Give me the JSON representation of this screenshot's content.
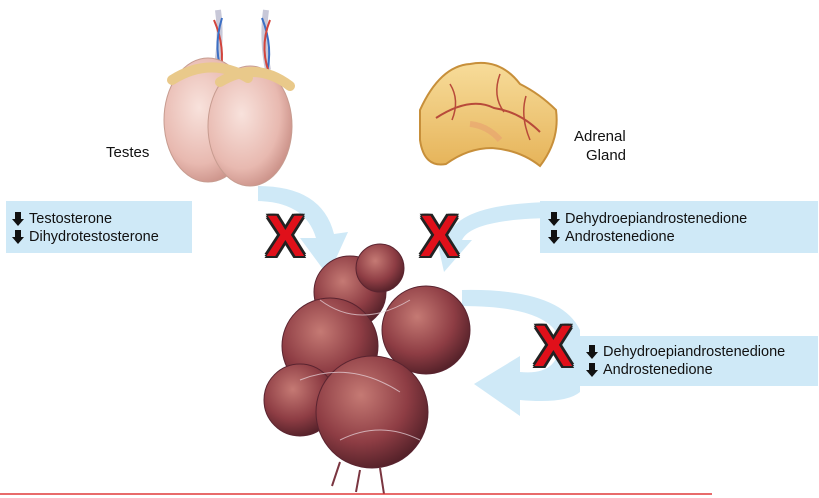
{
  "labels": {
    "testes": "Testes",
    "adrenal_line1": "Adrenal",
    "adrenal_line2": "Gland"
  },
  "hormone_lists": {
    "testes": [
      "Testosterone",
      "Dihydrotestosterone"
    ],
    "adrenal": [
      "Dehydroepiandrostenedione",
      "Androstenedione"
    ],
    "tumor": [
      "Dehydroepiandrostenedione",
      "Androstenedione"
    ]
  },
  "block_symbol": "X",
  "colors": {
    "arrow_band": "#cfe9f7",
    "block_x": "#e0101a",
    "down_arrow": "#111111",
    "tumor": "#9a4a4e",
    "testis": "#efc9c0",
    "adrenal": "#f3cf86"
  }
}
